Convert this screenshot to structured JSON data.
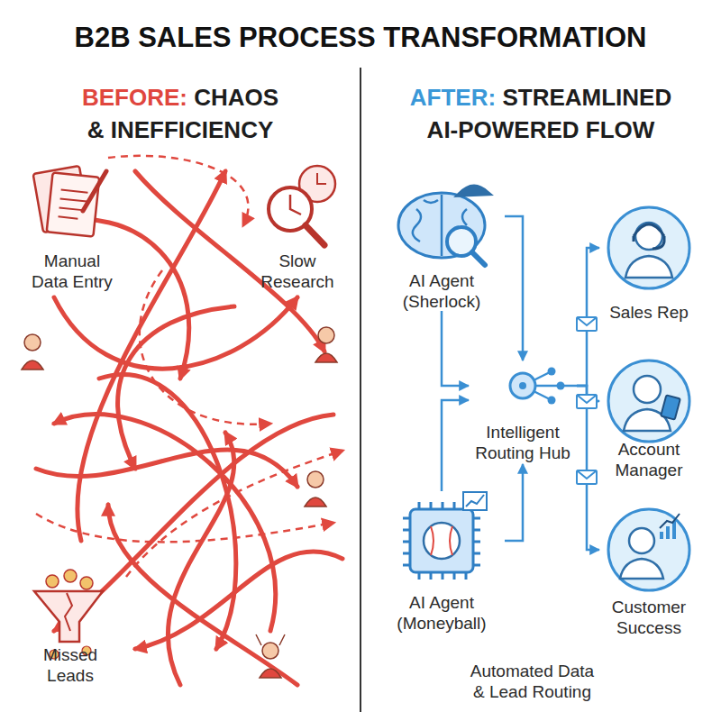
{
  "diagram": {
    "title": "B2B SALES PROCESS TRANSFORMATION",
    "nodes": [
      {
        "text": [
          "AI Agent (Sherlock)"
        ]
      },
      {
        "text": [
          "AI Agent (Moneyball)"
        ]
      },
      {
        "text": [
          "Intelligent Routing Hub"
        ]
      },
      {
        "text": [
          "Sales Rep"
        ]
      },
      {
        "text": [
          "Account Manager"
        ]
      },
      {
        "text": [
          "Customer Success"
        ]
      }
    ],
    "edges": [
      {
        "from": 0,
        "to": 2,
        "arrow": "to"
      },
      {
        "from": 0,
        "to": 2,
        "arrow": "to"
      },
      {
        "from": 1,
        "to": 2,
        "arrow": "to"
      },
      {
        "from": 1,
        "to": 2,
        "arrow": "to"
      },
      {
        "from": 2,
        "to": 3,
        "arrow": "to"
      },
      {
        "from": 2,
        "to": 4,
        "arrow": "to"
      },
      {
        "from": 2,
        "to": 5,
        "arrow": "to"
      }
    ],
    "labels": [
      "BEFORE:",
      "CHAOS & INEFFICIENCY",
      "AFTER:",
      "STREAMLINED AI-POWERED FLOW",
      "Manual Data Entry",
      "Slow Research",
      "Missed Leads",
      "Automated Data & Lead Routing"
    ]
  }
}
